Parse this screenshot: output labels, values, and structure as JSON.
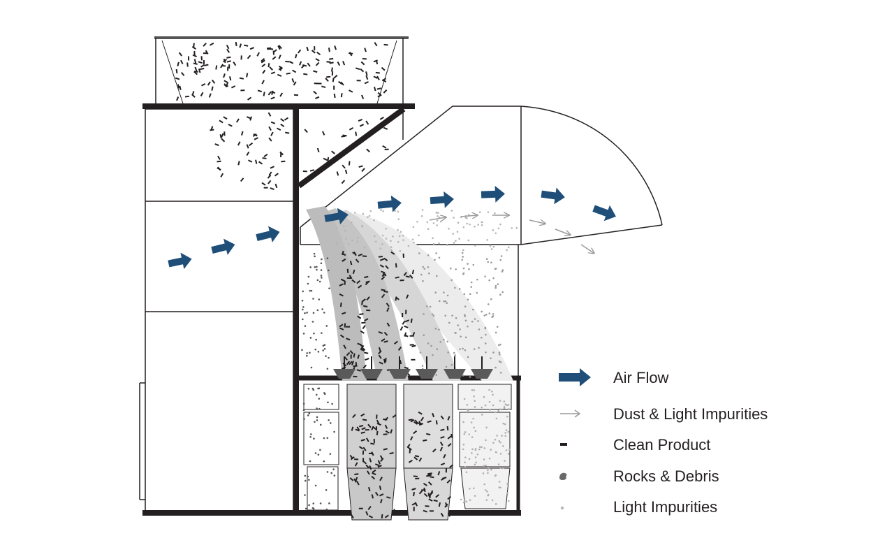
{
  "colors": {
    "air_flow": "#1f4e79",
    "outline": "#231f20",
    "dust": "#9a9a9a",
    "stream_dark": "#b8b8b8",
    "stream_mid": "#d0d0d0",
    "stream_light": "#e6e6e6"
  },
  "legend": [
    {
      "symbol": "air-flow-arrow",
      "label": "Air Flow"
    },
    {
      "symbol": "dust-arrow",
      "label": "Dust & Light Impurities"
    },
    {
      "symbol": "clean-product-dash",
      "label": "Clean Product"
    },
    {
      "symbol": "rock-blob",
      "label": "Rocks & Debris"
    },
    {
      "symbol": "light-impurity-dot",
      "label": "Light Impurities"
    }
  ]
}
